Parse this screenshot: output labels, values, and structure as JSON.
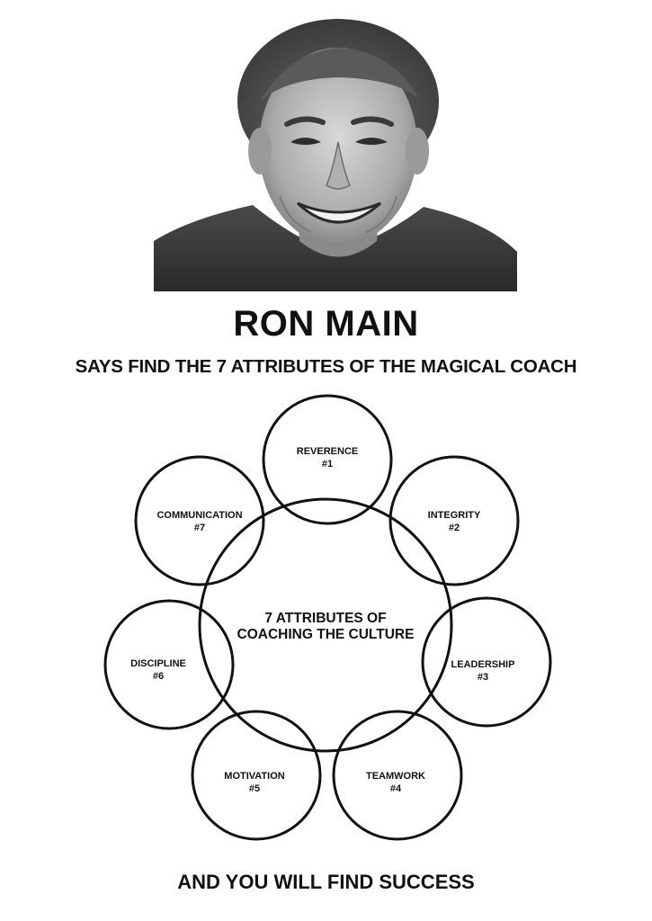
{
  "header": {
    "name": "RON MAIN",
    "subtitle": "SAYS FIND THE 7 ATTRIBUTES OF THE MAGICAL COACH"
  },
  "diagram": {
    "center_line1": "7 ATTRIBUTES OF",
    "center_line2": "COACHING THE CULTURE",
    "attributes": [
      {
        "label": "REVERENCE",
        "number": "#1"
      },
      {
        "label": "INTEGRITY",
        "number": "#2"
      },
      {
        "label": "LEADERSHIP",
        "number": "#3"
      },
      {
        "label": "TEAMWORK",
        "number": "#4"
      },
      {
        "label": "MOTIVATION",
        "number": "#5"
      },
      {
        "label": "DISCIPLINE",
        "number": "#6"
      },
      {
        "label": "COMMUNICATION",
        "number": "#7"
      }
    ]
  },
  "footer": {
    "text": "AND YOU WILL FIND SUCCESS"
  },
  "colors": {
    "ink": "#111111",
    "background": "#ffffff"
  }
}
